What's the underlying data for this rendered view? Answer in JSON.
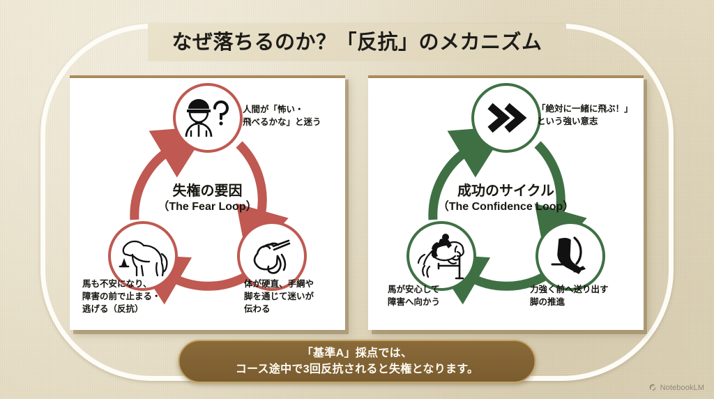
{
  "page": {
    "title": "なぜ落ちるのか？「反抗」のメカニズム",
    "background_color": "#e5dcc3",
    "frame_color": "#fdfcf7"
  },
  "cards": {
    "fear": {
      "accent_color": "#bf5951",
      "title_jp": "失権の要因",
      "title_en": "（The Fear Loop）",
      "nodes": [
        {
          "position": "top",
          "icon": "person-question-icon",
          "label": "人間が「怖い・\n飛べるかな」と迷う"
        },
        {
          "position": "bottom-right",
          "icon": "hand-reins-icon",
          "label": "体が硬直、手綱や\n脚を通じて迷いが\n伝わる"
        },
        {
          "position": "bottom-left",
          "icon": "standing-horse-icon",
          "label": "馬も不安になり、\n障害の前で止まる・\n逃げる（反抗）"
        }
      ]
    },
    "confidence": {
      "accent_color": "#3f7044",
      "title_jp": "成功のサイクル",
      "title_en": "（The Confidence Loop）",
      "nodes": [
        {
          "position": "top",
          "icon": "double-chevron-icon",
          "label": "「絶対に一緒に飛ぶ！」\nという強い意志"
        },
        {
          "position": "bottom-right",
          "icon": "riding-boot-stirrup-icon",
          "label": "力強く前へ送り出す\n脚の推進"
        },
        {
          "position": "bottom-left",
          "icon": "jumping-horse-rider-icon",
          "label": "馬が安心して\n障害へ向かう"
        }
      ]
    }
  },
  "banner": {
    "line1": "「基準A」採点では、",
    "line2": "コース途中で3回反抗されると失権となります。",
    "background_color": "#7a5c2f",
    "border_color": "#c3a463"
  },
  "watermark": {
    "label": "NotebookLM"
  }
}
